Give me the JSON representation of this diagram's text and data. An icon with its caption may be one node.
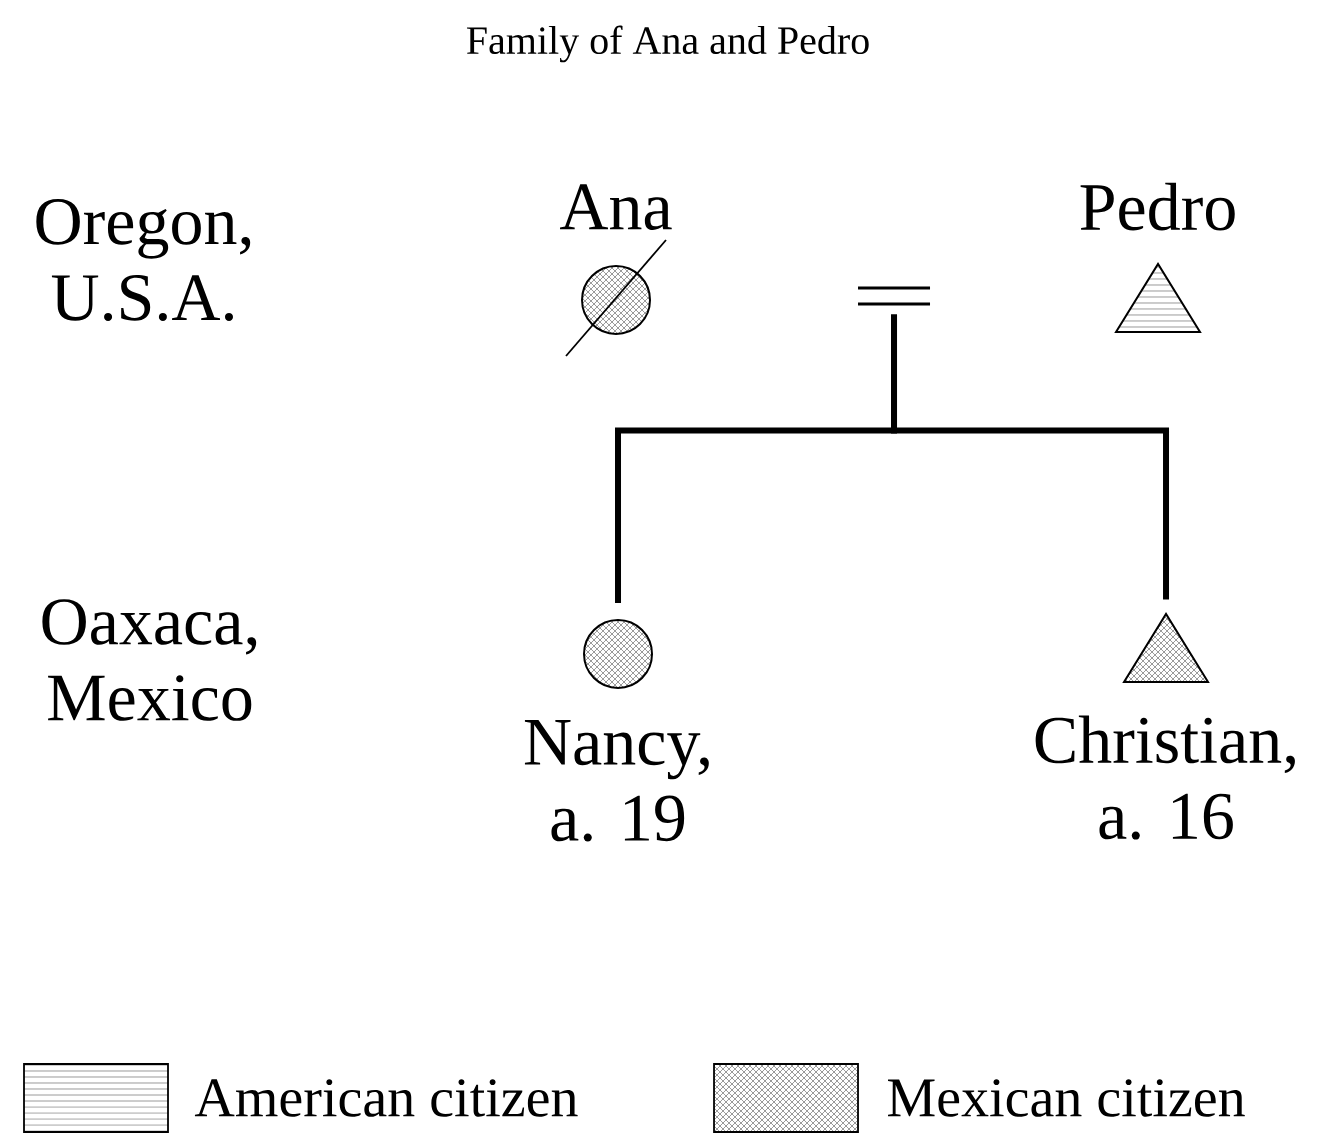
{
  "diagram": {
    "title": "Family of Ana and Pedro",
    "nodes": [
      {
        "text": [
          "Ana"
        ]
      },
      {
        "text": [],
        "shape": "equals"
      },
      {
        "text": [
          "Pedro"
        ]
      },
      {
        "text": [
          "Nancy, a. 19"
        ]
      },
      {
        "text": [
          "Christian, a. 16"
        ]
      }
    ],
    "edges": [
      {
        "from": 1,
        "to": 3,
        "arrow": "none"
      },
      {
        "from": 1,
        "to": 4,
        "arrow": "none"
      }
    ],
    "labels": [
      "Oregon, U.S.A.",
      "Oaxaca, Mexico"
    ],
    "legend": [
      {
        "text": "American citizen"
      },
      {
        "text": "Mexican citizen"
      }
    ]
  }
}
